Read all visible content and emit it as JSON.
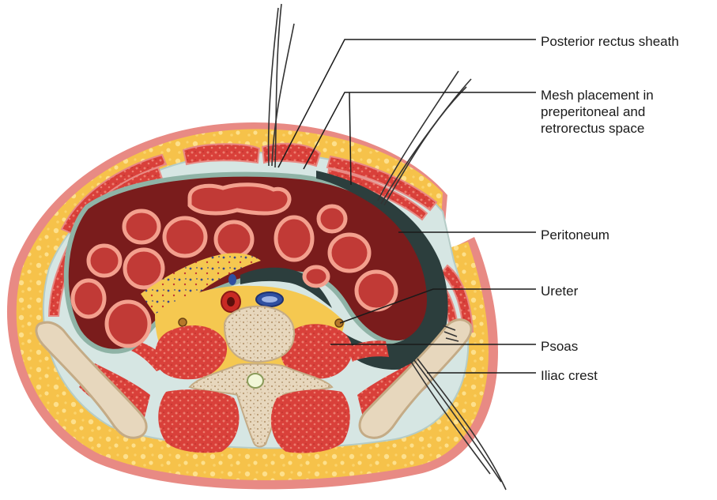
{
  "labels": {
    "posterior_rectus_sheath": "Posterior rectus sheath",
    "mesh_placement": "Mesh placement in\npreperitoneal and\nretrorectus space",
    "peritoneum": "Peritoneum",
    "ureter": "Ureter",
    "psoas": "Psoas",
    "iliac_crest": "Iliac crest"
  },
  "colors": {
    "skin": "#e88a84",
    "fat": "#f6c24a",
    "fat_highlight": "#fde08c",
    "muscle": "#d9403a",
    "muscle_fiber": "#ec7c6e",
    "fascia": "#d6e6e3",
    "peritoneum_edge": "#8fb3a6",
    "cavity": "#7a1c1c",
    "bowel_wall": "#f3a08e",
    "bowel_inner": "#c13a36",
    "mesh_space": "#2c3e3d",
    "bone": "#e7d7bd",
    "bone_shade": "#c4ab86",
    "leader_line": "#1a1a1a"
  }
}
